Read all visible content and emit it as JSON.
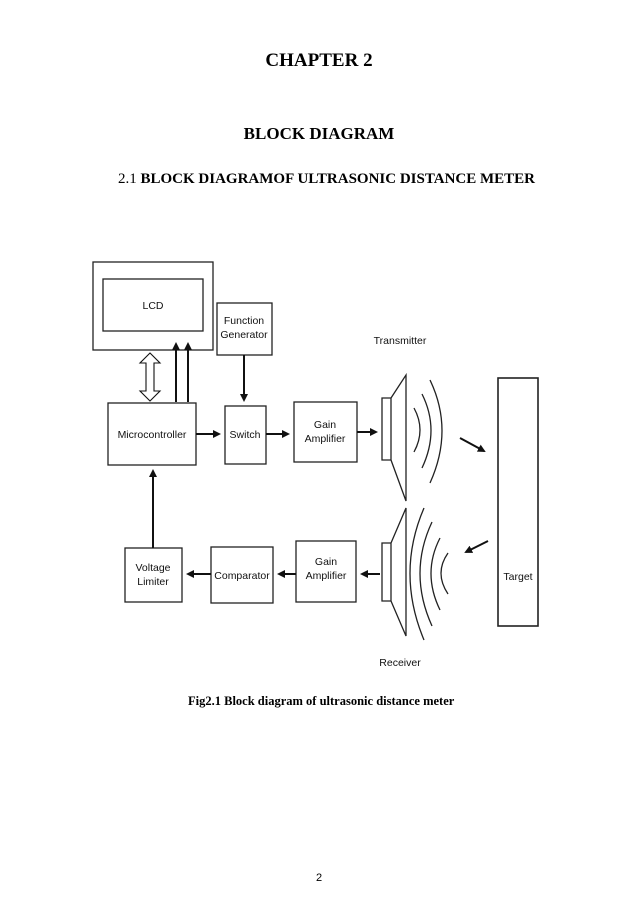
{
  "chapter": "CHAPTER 2",
  "heading": "BLOCK DIAGRAM",
  "section": {
    "number": "2.1",
    "title": "BLOCK DIAGRAMOF ULTRASONIC DISTANCE METER"
  },
  "diagram": {
    "blocks": {
      "lcd": "LCD",
      "function_generator": [
        "Function",
        "Generator"
      ],
      "microcontroller": "Microcontroller",
      "switch": "Switch",
      "gain_amplifier_tx": [
        "Gain",
        "Amplifier"
      ],
      "voltage_limiter": [
        "Voltage",
        "Limiter"
      ],
      "comparator": "Comparator",
      "gain_amplifier_rx": [
        "Gain",
        "Amplifier"
      ],
      "target": "Target"
    },
    "labels": {
      "transmitter": "Transmitter",
      "receiver": "Receiver"
    }
  },
  "caption": "Fig2.1 Block diagram of ultrasonic distance meter",
  "page_number": "2"
}
